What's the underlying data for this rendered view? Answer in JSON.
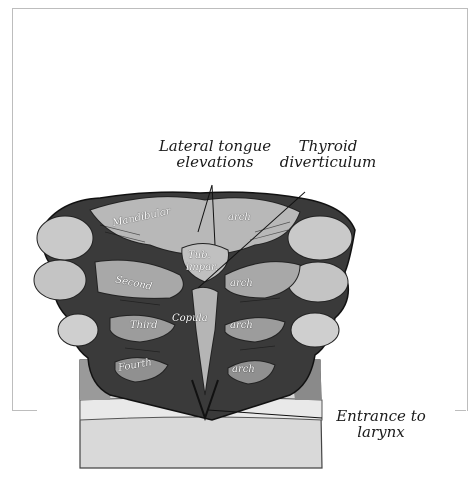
{
  "labels": {
    "lateral_line1": "Lateral tongue",
    "lateral_line2": "elevations",
    "thyroid_line1": "Thyroid",
    "thyroid_line2": "diverticulum",
    "entrance_line1": "Entrance to",
    "entrance_line2": "larynx"
  },
  "inner_labels": {
    "mandibular": "Mandibular",
    "arch1": "arch",
    "tub": "Tub.",
    "impar": "impar.",
    "second": "Second",
    "arch2": "arch",
    "third": "Third",
    "copula": "Copula",
    "arch3": "arch",
    "fourth": "Fourth",
    "arch4": "arch"
  },
  "colors": {
    "ink": "#1a1a1a",
    "dark": "#2b2b2b",
    "mid": "#6b6b6b",
    "light": "#cfcfcf",
    "frame": "#bdbdbd"
  }
}
